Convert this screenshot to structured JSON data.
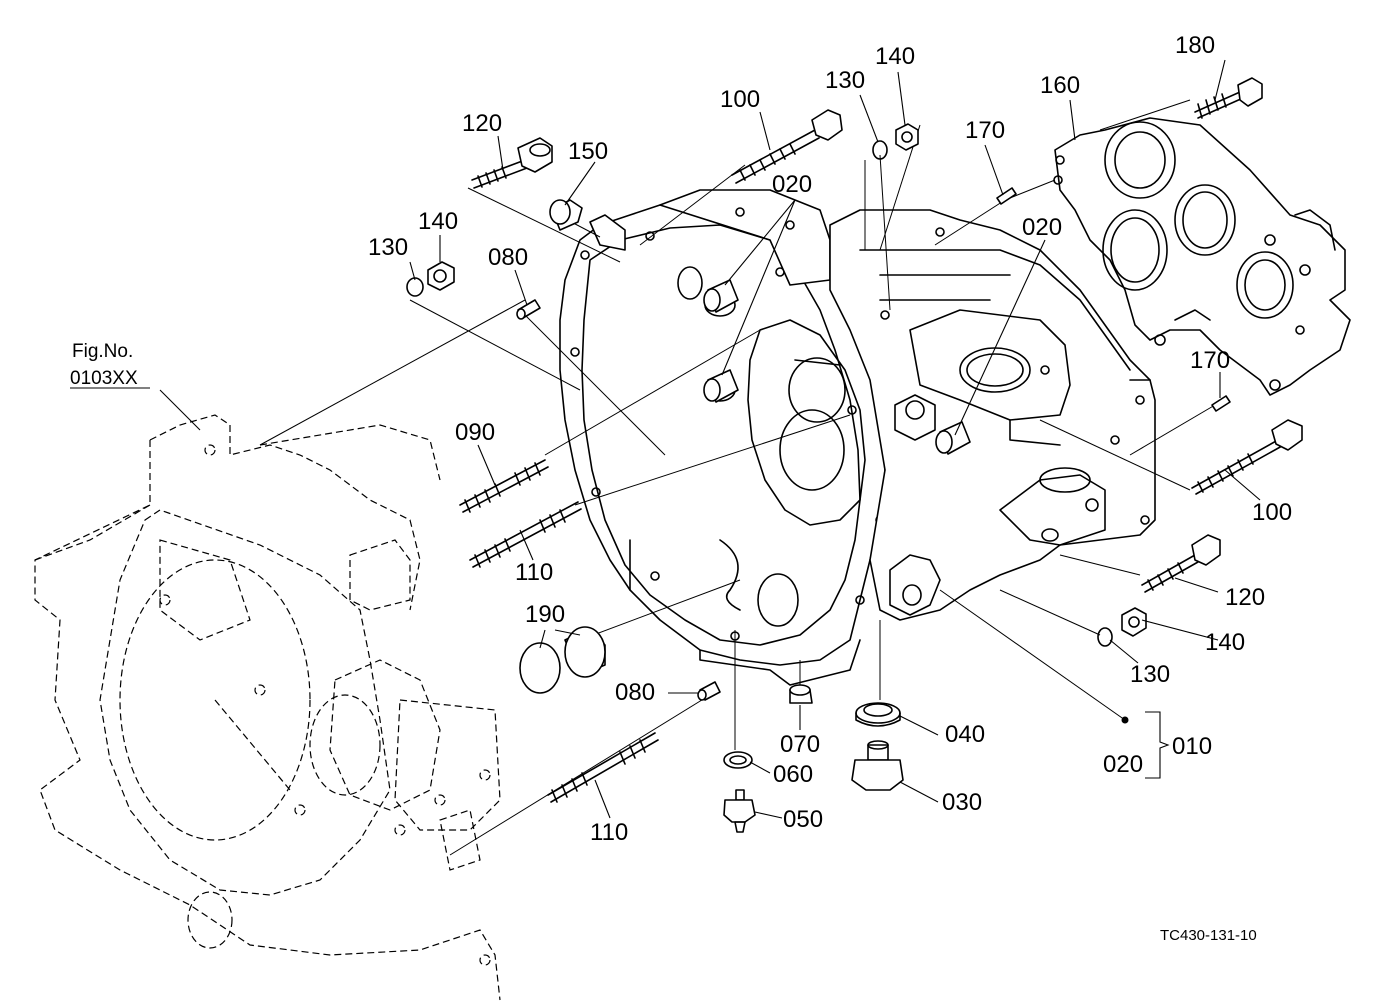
{
  "figure_ref": {
    "line1": "Fig.No.",
    "line2": "0103XX"
  },
  "drawing_code": "TC430-131-10",
  "callouts": {
    "c180": "180",
    "c140a": "140",
    "c130a": "130",
    "c160": "160",
    "c100a": "100",
    "c170a": "170",
    "c020a": "020",
    "c120a": "120",
    "c150": "150",
    "c020b": "020",
    "c140b": "140",
    "c130b": "130",
    "c080a": "080",
    "c090": "090",
    "c110a": "110",
    "c190": "190",
    "c170b": "170",
    "c100b": "100",
    "c120b": "120",
    "c140c": "140",
    "c130c": "130",
    "c080b": "080",
    "c070": "070",
    "c040": "040",
    "c060": "060",
    "c010": "010",
    "c020c": "020",
    "c050": "050",
    "c030": "030",
    "c110b": "110"
  }
}
